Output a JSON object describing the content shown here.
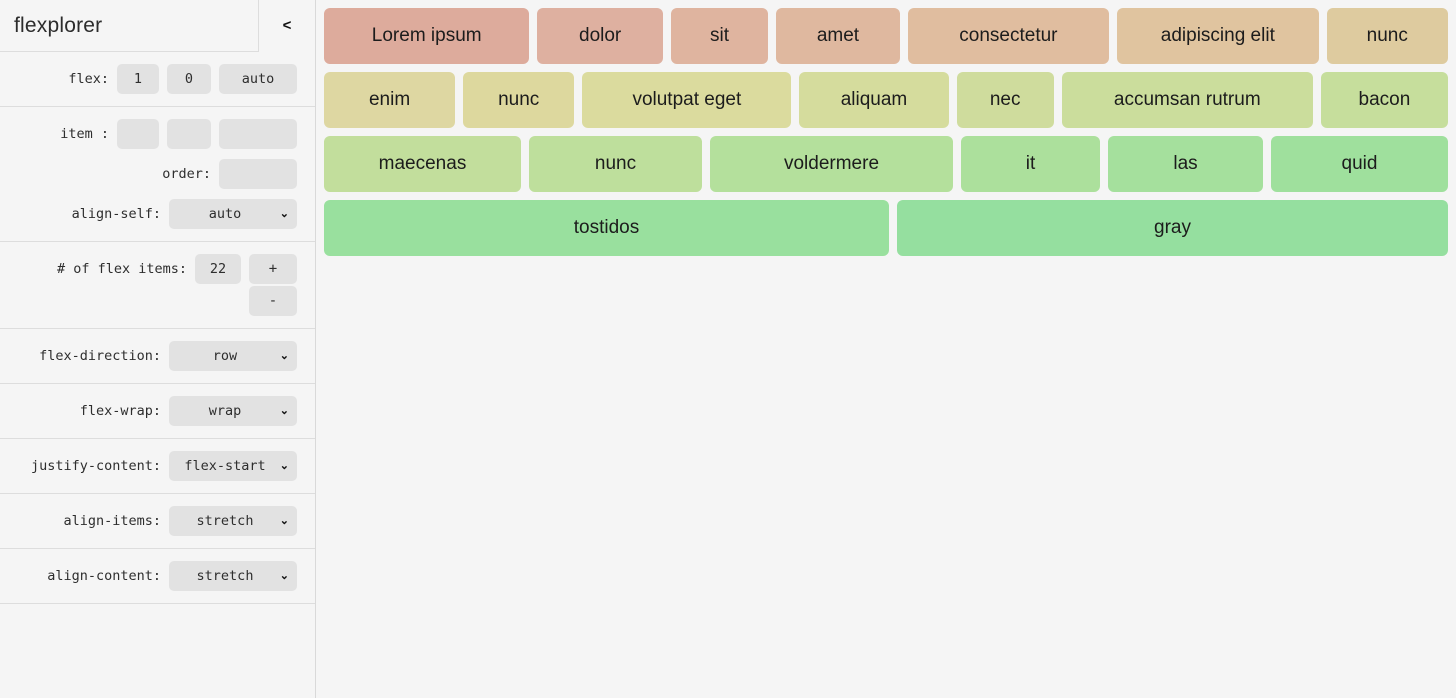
{
  "sidebar": {
    "title": "flexplorer",
    "collapse_icon": "chevron-left-icon",
    "collapse_label": "<",
    "sections": [
      {
        "id": "flex-shorthand",
        "rows": [
          {
            "label": "flex:",
            "fields": [
              {
                "name": "flex-grow",
                "value": "1",
                "size": "w-small"
              },
              {
                "name": "flex-shrink",
                "value": "0",
                "size": "w-mid"
              },
              {
                "name": "flex-basis",
                "value": "auto",
                "size": "w-wide"
              }
            ]
          }
        ]
      },
      {
        "id": "item-properties",
        "rows": [
          {
            "label": "item :",
            "fields": [
              {
                "name": "item-flex-grow",
                "value": "",
                "size": "w-small"
              },
              {
                "name": "item-flex-shrink",
                "value": "",
                "size": "w-mid"
              },
              {
                "name": "item-flex-basis",
                "value": "",
                "size": "w-wide"
              }
            ]
          },
          {
            "label": "order:",
            "fields": [
              {
                "name": "order-input",
                "value": "",
                "size": "w-wide"
              }
            ]
          },
          {
            "label": "align-self:",
            "select": {
              "name": "align-self-select",
              "value": "auto"
            }
          }
        ]
      },
      {
        "id": "item-count",
        "rows": [
          {
            "label": "# of flex items:",
            "count_value": "22",
            "plus_label": "+",
            "minus_label": "-"
          }
        ]
      },
      {
        "id": "flex-direction",
        "rows": [
          {
            "label": "flex-direction:",
            "select": {
              "name": "flex-direction-select",
              "value": "row"
            }
          }
        ]
      },
      {
        "id": "flex-wrap",
        "rows": [
          {
            "label": "flex-wrap:",
            "select": {
              "name": "flex-wrap-select",
              "value": "wrap"
            }
          }
        ]
      },
      {
        "id": "justify-content",
        "rows": [
          {
            "label": "justify-content:",
            "select": {
              "name": "justify-content-select",
              "value": "flex-start"
            }
          }
        ]
      },
      {
        "id": "align-items",
        "rows": [
          {
            "label": "align-items:",
            "select": {
              "name": "align-items-select",
              "value": "stretch"
            }
          }
        ]
      },
      {
        "id": "align-content",
        "rows": [
          {
            "label": "align-content:",
            "select": {
              "name": "align-content-select",
              "value": "stretch"
            }
          }
        ]
      }
    ]
  },
  "main": {
    "flex_items": [
      {
        "label": "Lorem ipsum",
        "color": "#ddab9c"
      },
      {
        "label": "dolor",
        "color": "#deb0a0"
      },
      {
        "label": "sit",
        "color": "#dfb49f"
      },
      {
        "label": "amet",
        "color": "#dfb89f"
      },
      {
        "label": "consectetur",
        "color": "#e0bd9f"
      },
      {
        "label": "adipiscing elit",
        "color": "#e0c49f"
      },
      {
        "label": "nunc",
        "color": "#decb9f"
      },
      {
        "label": "enim",
        "color": "#ded7a2"
      },
      {
        "label": "nunc",
        "color": "#ddd89e"
      },
      {
        "label": "volutpat eget",
        "color": "#dbdb9e"
      },
      {
        "label": "aliquam",
        "color": "#d5dc9d"
      },
      {
        "label": "nec",
        "color": "#cfdc9d"
      },
      {
        "label": "accumsan rutrum",
        "color": "#cbdd9c"
      },
      {
        "label": "bacon",
        "color": "#c6de9c"
      },
      {
        "label": "maecenas",
        "color": "#c2de9c"
      },
      {
        "label": "nunc",
        "color": "#bedf9c"
      },
      {
        "label": "voldermere",
        "color": "#b4e09c"
      },
      {
        "label": "it",
        "color": "#ace09c"
      },
      {
        "label": "las",
        "color": "#a5e09d"
      },
      {
        "label": "quid",
        "color": "#9fe09d"
      },
      {
        "label": "tostidos",
        "color": "#99e09e"
      },
      {
        "label": "gray",
        "color": "#95df9f"
      }
    ],
    "item_widths": [
      188,
      108,
      80,
      106,
      184,
      184,
      104,
      126,
      106,
      204,
      144,
      92,
      246,
      122,
      170,
      146,
      216,
      112,
      128,
      150,
      176,
      162
    ]
  },
  "colors": {
    "background": "#f5f5f5",
    "control_bg": "#e2e2e2",
    "border": "#dddddd",
    "text": "#2e2e2e"
  }
}
